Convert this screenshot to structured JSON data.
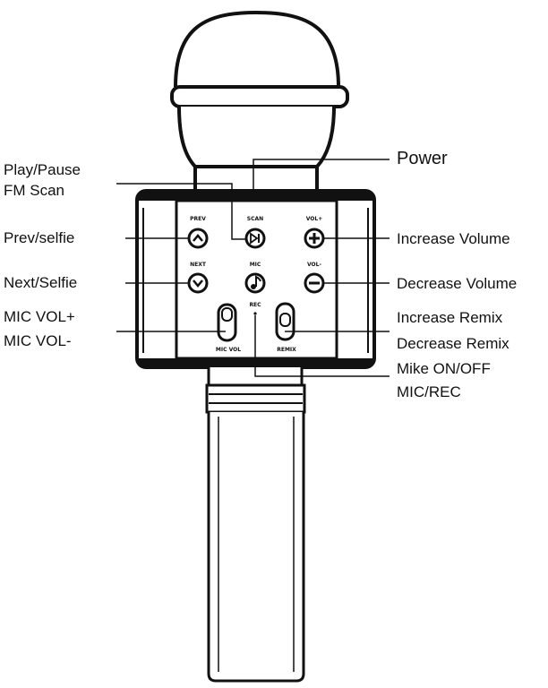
{
  "labels": {
    "play_pause": "Play/Pause",
    "fm_scan": "FM Scan",
    "prev_selfie": "Prev/selfie",
    "next_selfie": "Next/Selfie",
    "mic_vol_up": "MIC VOL+",
    "mic_vol_down": "MIC VOL-",
    "power": "Power",
    "increase_volume": "Increase Volume",
    "decrease_volume": "Decrease Volume",
    "increase_remix": "Increase Remix",
    "decrease_remix": "Decrease Remix",
    "mike_on_off": "Mike ON/OFF",
    "mic_rec": "MIC/REC"
  },
  "buttons": {
    "prev": "PREV",
    "scan": "SCAN",
    "vol_up": "VOL+",
    "next": "NEXT",
    "mic": "MIC",
    "vol_down": "VOL-",
    "rec": "REC",
    "mic_vol": "MIC VOL",
    "remix": "REMIX"
  }
}
